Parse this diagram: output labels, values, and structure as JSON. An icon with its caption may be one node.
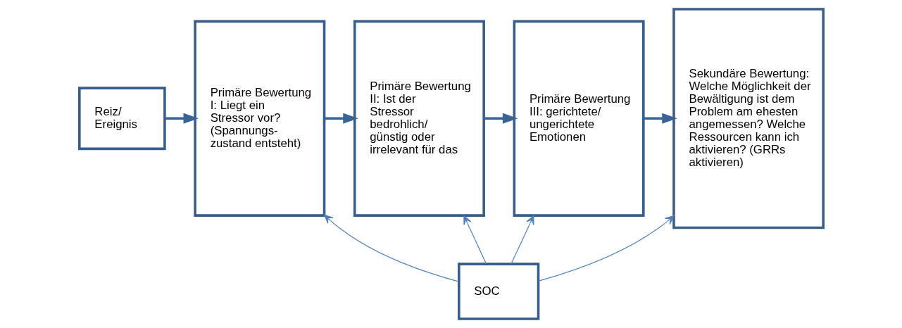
{
  "diagram": {
    "nodes": [
      {
        "text": [
          "Reiz/ Ereignis"
        ]
      },
      {
        "text": [
          "Primäre Bewertung I: Liegt ein Stressor vor? (Spannungs- zustand entsteht)"
        ]
      },
      {
        "text": [
          "Primäre Bewertung II: Ist der Stressor bedrohlich/ günstig oder irrelevant für das"
        ]
      },
      {
        "text": [
          "Primäre Bewertung III: gerichtete/ ungerichtete Emotionen"
        ]
      },
      {
        "text": [
          "Sekundäre Bewertung: Welche Möglichkeit der Bewältigung ist dem Problem am ehesten angemessen? Welche Ressourcen kann ich aktivieren? (GRRs aktivieren)"
        ]
      },
      {
        "text": [
          "SOC"
        ]
      }
    ],
    "edges": [
      {
        "from": 0,
        "to": 1,
        "arrow": "to",
        "style": "thick"
      },
      {
        "from": 1,
        "to": 2,
        "arrow": "to",
        "style": "thick"
      },
      {
        "from": 2,
        "to": 3,
        "arrow": "to",
        "style": "thick"
      },
      {
        "from": 3,
        "to": 4,
        "arrow": "to",
        "style": "thick"
      },
      {
        "from": 5,
        "to": 1,
        "arrow": "to",
        "color": "#4f81bd"
      },
      {
        "from": 5,
        "to": 2,
        "arrow": "to",
        "color": "#4f81bd"
      },
      {
        "from": 5,
        "to": 3,
        "arrow": "to",
        "color": "#4f81bd"
      },
      {
        "from": 5,
        "to": 4,
        "arrow": "to",
        "color": "#4f81bd"
      }
    ]
  }
}
